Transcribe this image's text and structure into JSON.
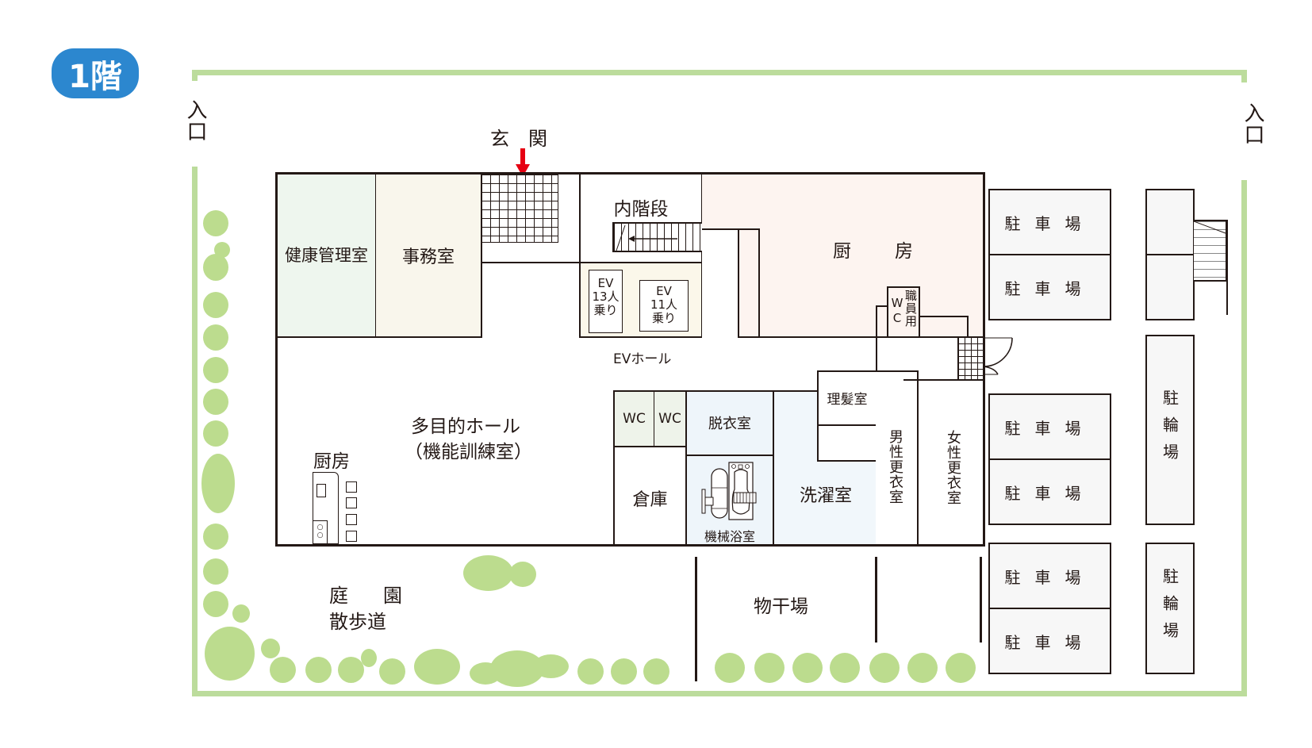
{
  "floor_badge": {
    "label": "1階",
    "color": "#2c87cf"
  },
  "site": {
    "boundary_color": "#bcdc9c",
    "tree_color": "#bcdc8e",
    "entrances": [
      {
        "id": "entrance-left",
        "label": "入口"
      },
      {
        "id": "entrance-right",
        "label": "入口"
      }
    ],
    "main_entrance": {
      "label": "玄　関",
      "arrow_color": "#e60012"
    }
  },
  "rooms": {
    "health": {
      "label": "健康管理室",
      "fill": "#eef6ee"
    },
    "office": {
      "label": "事務室",
      "fill": "#f9f6ec"
    },
    "stairs": {
      "label": "内階段"
    },
    "ev1": {
      "line1": "EV",
      "line2": "13人",
      "line3": "乗り"
    },
    "ev2": {
      "line1": "EV",
      "line2": "11人",
      "line3": "乗り"
    },
    "ev_hall": {
      "label": "EVホール",
      "fill": "#fbf7ea"
    },
    "kitchen_main": {
      "label": "厨　房",
      "fill": "#fdf4f0"
    },
    "staff_wc": {
      "label_wc": "WC",
      "label_staff": "職員用"
    },
    "hall": {
      "line1": "多目的ホール",
      "line2": "（機能訓練室）"
    },
    "kitchen_small": {
      "label": "厨房"
    },
    "wc1": {
      "label": "WC"
    },
    "wc2": {
      "label": "WC"
    },
    "storage": {
      "label": "倉庫"
    },
    "dressing": {
      "label": "脱衣室",
      "fill": "#eef5fa"
    },
    "machine_bath": {
      "label": "機械浴室",
      "fill": "#eef5fa"
    },
    "laundry": {
      "label": "洗濯室",
      "fill": "#f1f7fb"
    },
    "barber": {
      "label": "理髪室"
    },
    "men_locker": {
      "label": "男性更衣室"
    },
    "women_locker": {
      "label": "女性更衣室"
    }
  },
  "outdoor": {
    "garden": {
      "line1": "庭　園",
      "line2": "散歩道"
    },
    "drying": {
      "label": "物干場"
    },
    "parking": [
      {
        "label": "駐車場"
      },
      {
        "label": "駐車場"
      },
      {
        "label": "駐車場"
      },
      {
        "label": "駐車場"
      },
      {
        "label": "駐車場"
      },
      {
        "label": "駐車場"
      }
    ],
    "bicycle_parking": [
      {
        "label": "駐輪場"
      },
      {
        "label": "駐輪場"
      }
    ]
  }
}
